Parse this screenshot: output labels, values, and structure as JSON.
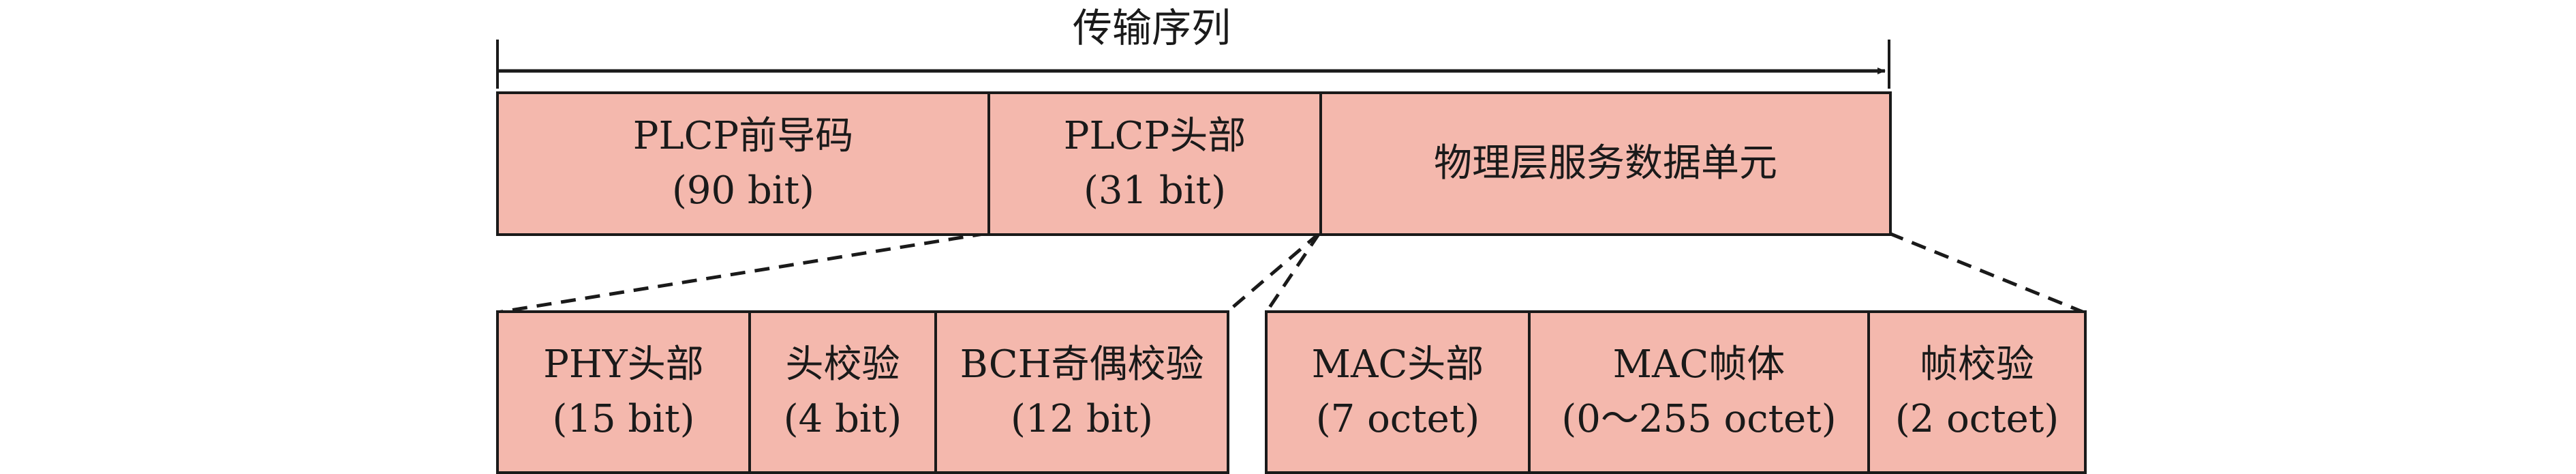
{
  "title": "传输序列",
  "top_row": [
    {
      "label": "PLCP前导码",
      "size": "(90 bit)"
    },
    {
      "label": "PLCP头部",
      "size": "(31 bit)"
    },
    {
      "label": "物理层服务数据单元",
      "size": ""
    }
  ],
  "plcp_header_fields": [
    {
      "label": "PHY头部",
      "size": "(15 bit)"
    },
    {
      "label": "头校验",
      "size": "(4 bit)"
    },
    {
      "label": "BCH奇偶校验",
      "size": "(12 bit)"
    }
  ],
  "psdu_fields": [
    {
      "label": "MAC头部",
      "size": "(7 octet)"
    },
    {
      "label": "MAC帧体",
      "size": "(0～255 octet)"
    },
    {
      "label": "帧校验",
      "size": "(2 octet)"
    }
  ],
  "colors": {
    "box_fill": "#f4b8ad",
    "line": "#1a1a1a"
  }
}
